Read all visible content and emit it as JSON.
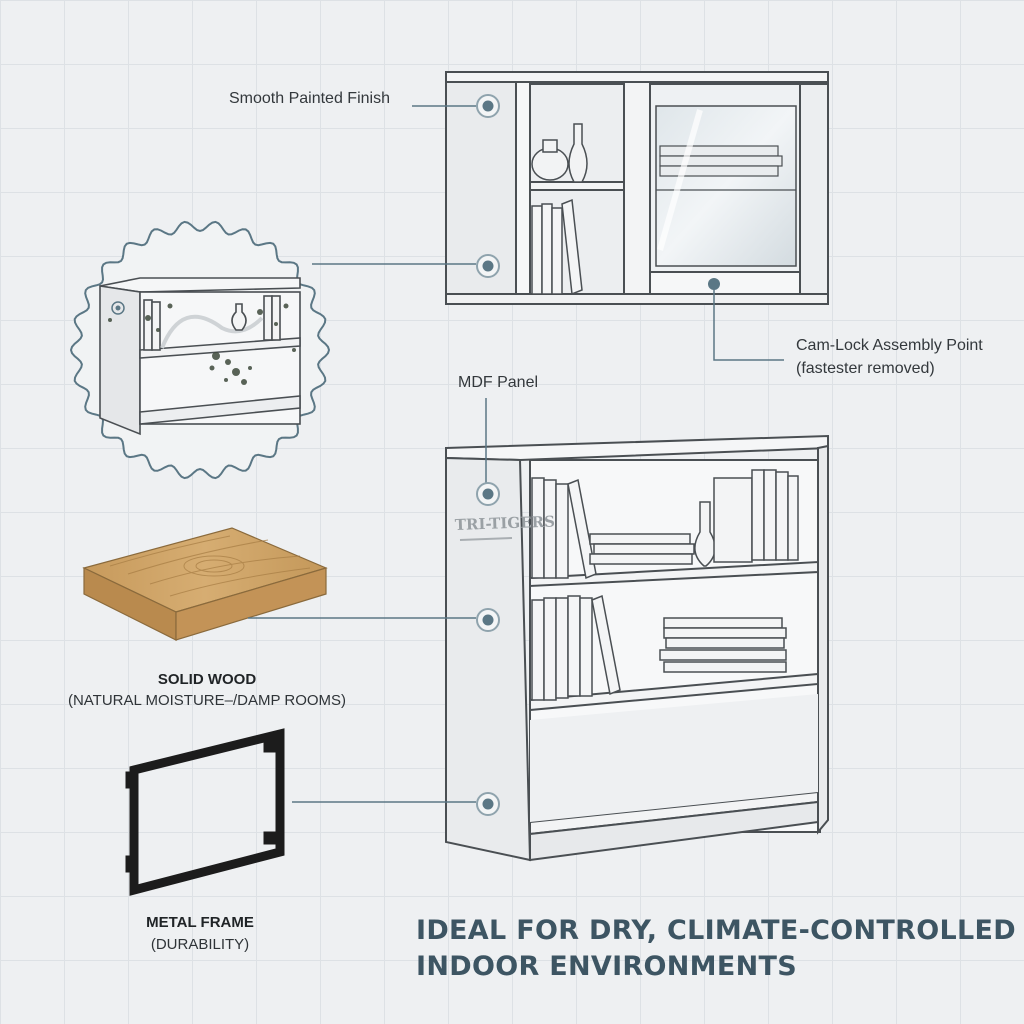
{
  "labels": {
    "smooth_finish": "Smooth Painted Finish",
    "cam_lock_title": "Cam-Lock Assembly Point",
    "cam_lock_note": "(fastester removed)",
    "mdf_panel": "MDF Panel",
    "solid_wood_title": "SOLID WOOD",
    "solid_wood_note": "(NATURAL MOISTURE–/DAMP ROOMS)",
    "metal_frame_title": "METAL FRAME",
    "metal_frame_note": "(DURABILITY)"
  },
  "headline": {
    "line1": "IDEAL FOR DRY, CLIMATE-CONTROLLED",
    "line2": "INDOOR ENVIRONMENTS"
  },
  "brand_mark": "TRI-TIGERS",
  "colors": {
    "background": "#eef0f2",
    "grid": "#dde1e5",
    "callout_line": "#5b7785",
    "marker": "#5b7785",
    "headline": "#3d5563",
    "panel_stroke": "#4a4f53",
    "wood": "#c9a063",
    "metal": "#1c1c1c"
  }
}
